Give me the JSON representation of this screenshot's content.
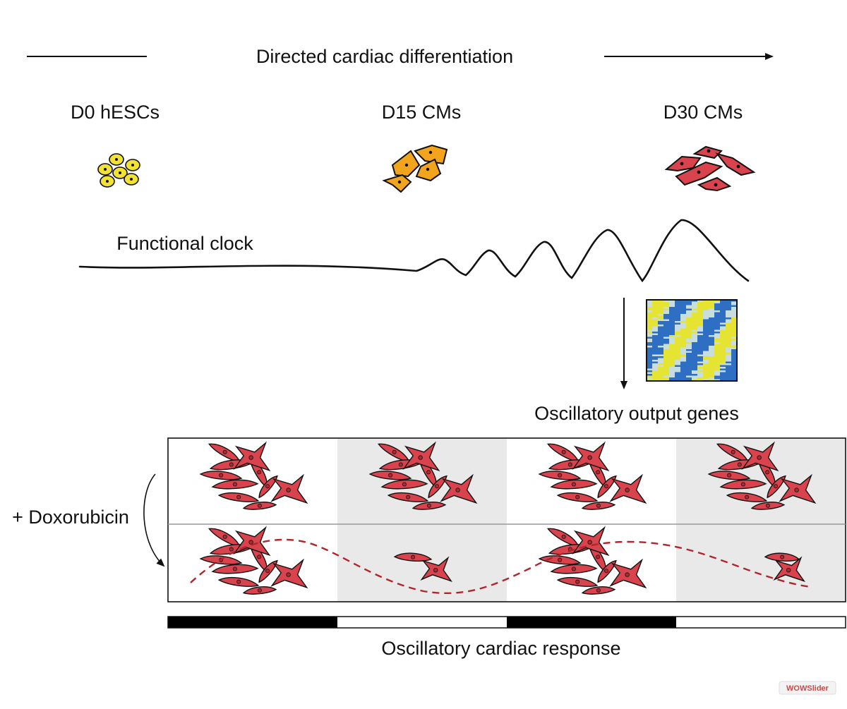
{
  "header": {
    "title": "Directed cardiac differentiation"
  },
  "stages": [
    {
      "label": "D0 hESCs"
    },
    {
      "label": "D15 CMs"
    },
    {
      "label": "D30 CMs"
    }
  ],
  "clock": {
    "label": "Functional clock"
  },
  "heatmap": {
    "label": "Oscillatory output genes",
    "colors": {
      "blue": "#2e6fc4",
      "yellow": "#e6e432",
      "light": "#c8dede"
    }
  },
  "treatment": {
    "label": "+ Doxorubicin"
  },
  "response": {
    "label": "Oscillatory cardiac response",
    "bar_segments": [
      "black",
      "white",
      "black",
      "white"
    ]
  },
  "colors": {
    "cell_red": "#d9434d",
    "cell_orange": "#f2a41d",
    "cell_yellow": "#f3e232",
    "shade": "#e9e9e9",
    "dash": "#b1262b"
  },
  "watermark": {
    "text": "WOWSlider"
  }
}
